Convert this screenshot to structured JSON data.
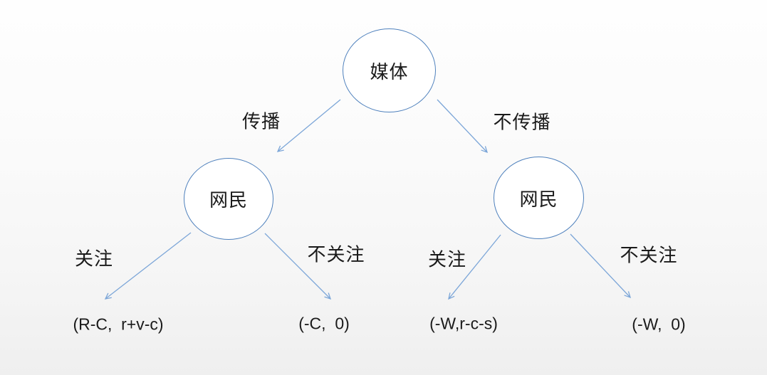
{
  "colors": {
    "node_border": "#4f81bd",
    "arrow": "#7ca6d8",
    "text": "#1a1a1a"
  },
  "tree": {
    "root": {
      "label": "媒体"
    },
    "branches": [
      {
        "edge_label": "传播",
        "node": {
          "label": "网民"
        },
        "children": [
          {
            "edge_label": "关注",
            "payoff": "(R-C,  r+v-c)"
          },
          {
            "edge_label": "不关注",
            "payoff": "(-C,  0)"
          }
        ]
      },
      {
        "edge_label": "不传播",
        "node": {
          "label": "网民"
        },
        "children": [
          {
            "edge_label": "关注",
            "payoff": "(-W,r-c-s)"
          },
          {
            "edge_label": "不关注",
            "payoff": "(-W,  0)"
          }
        ]
      }
    ]
  }
}
